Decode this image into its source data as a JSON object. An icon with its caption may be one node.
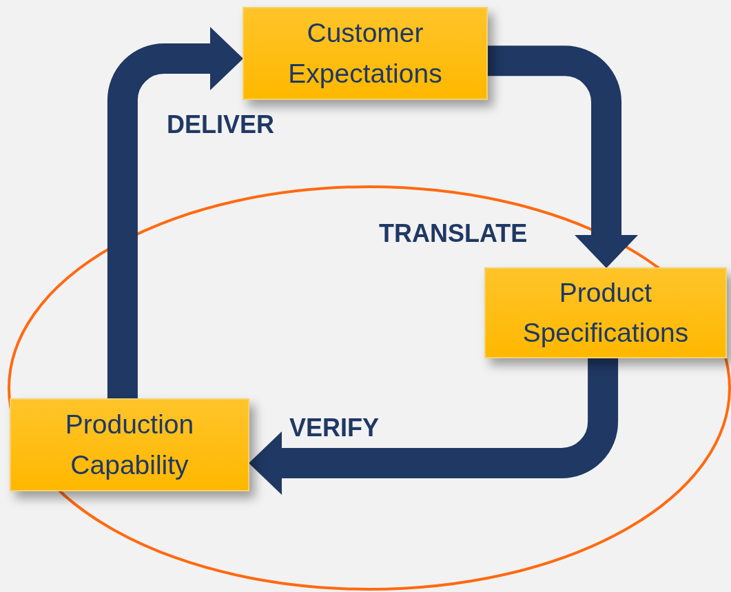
{
  "diagram": {
    "nodes": [
      {
        "text": [
          "Customer Expectations"
        ]
      },
      {
        "text": [
          "Product Specifications"
        ]
      },
      {
        "text": [
          "Production Capability"
        ]
      }
    ],
    "edges": [
      {
        "from": 0,
        "to": 1,
        "arrow": "to",
        "label": "TRANSLATE"
      },
      {
        "from": 1,
        "to": 2,
        "arrow": "to",
        "label": "VERIFY"
      },
      {
        "from": 2,
        "to": 0,
        "arrow": "to",
        "label": "DELIVER"
      }
    ]
  }
}
